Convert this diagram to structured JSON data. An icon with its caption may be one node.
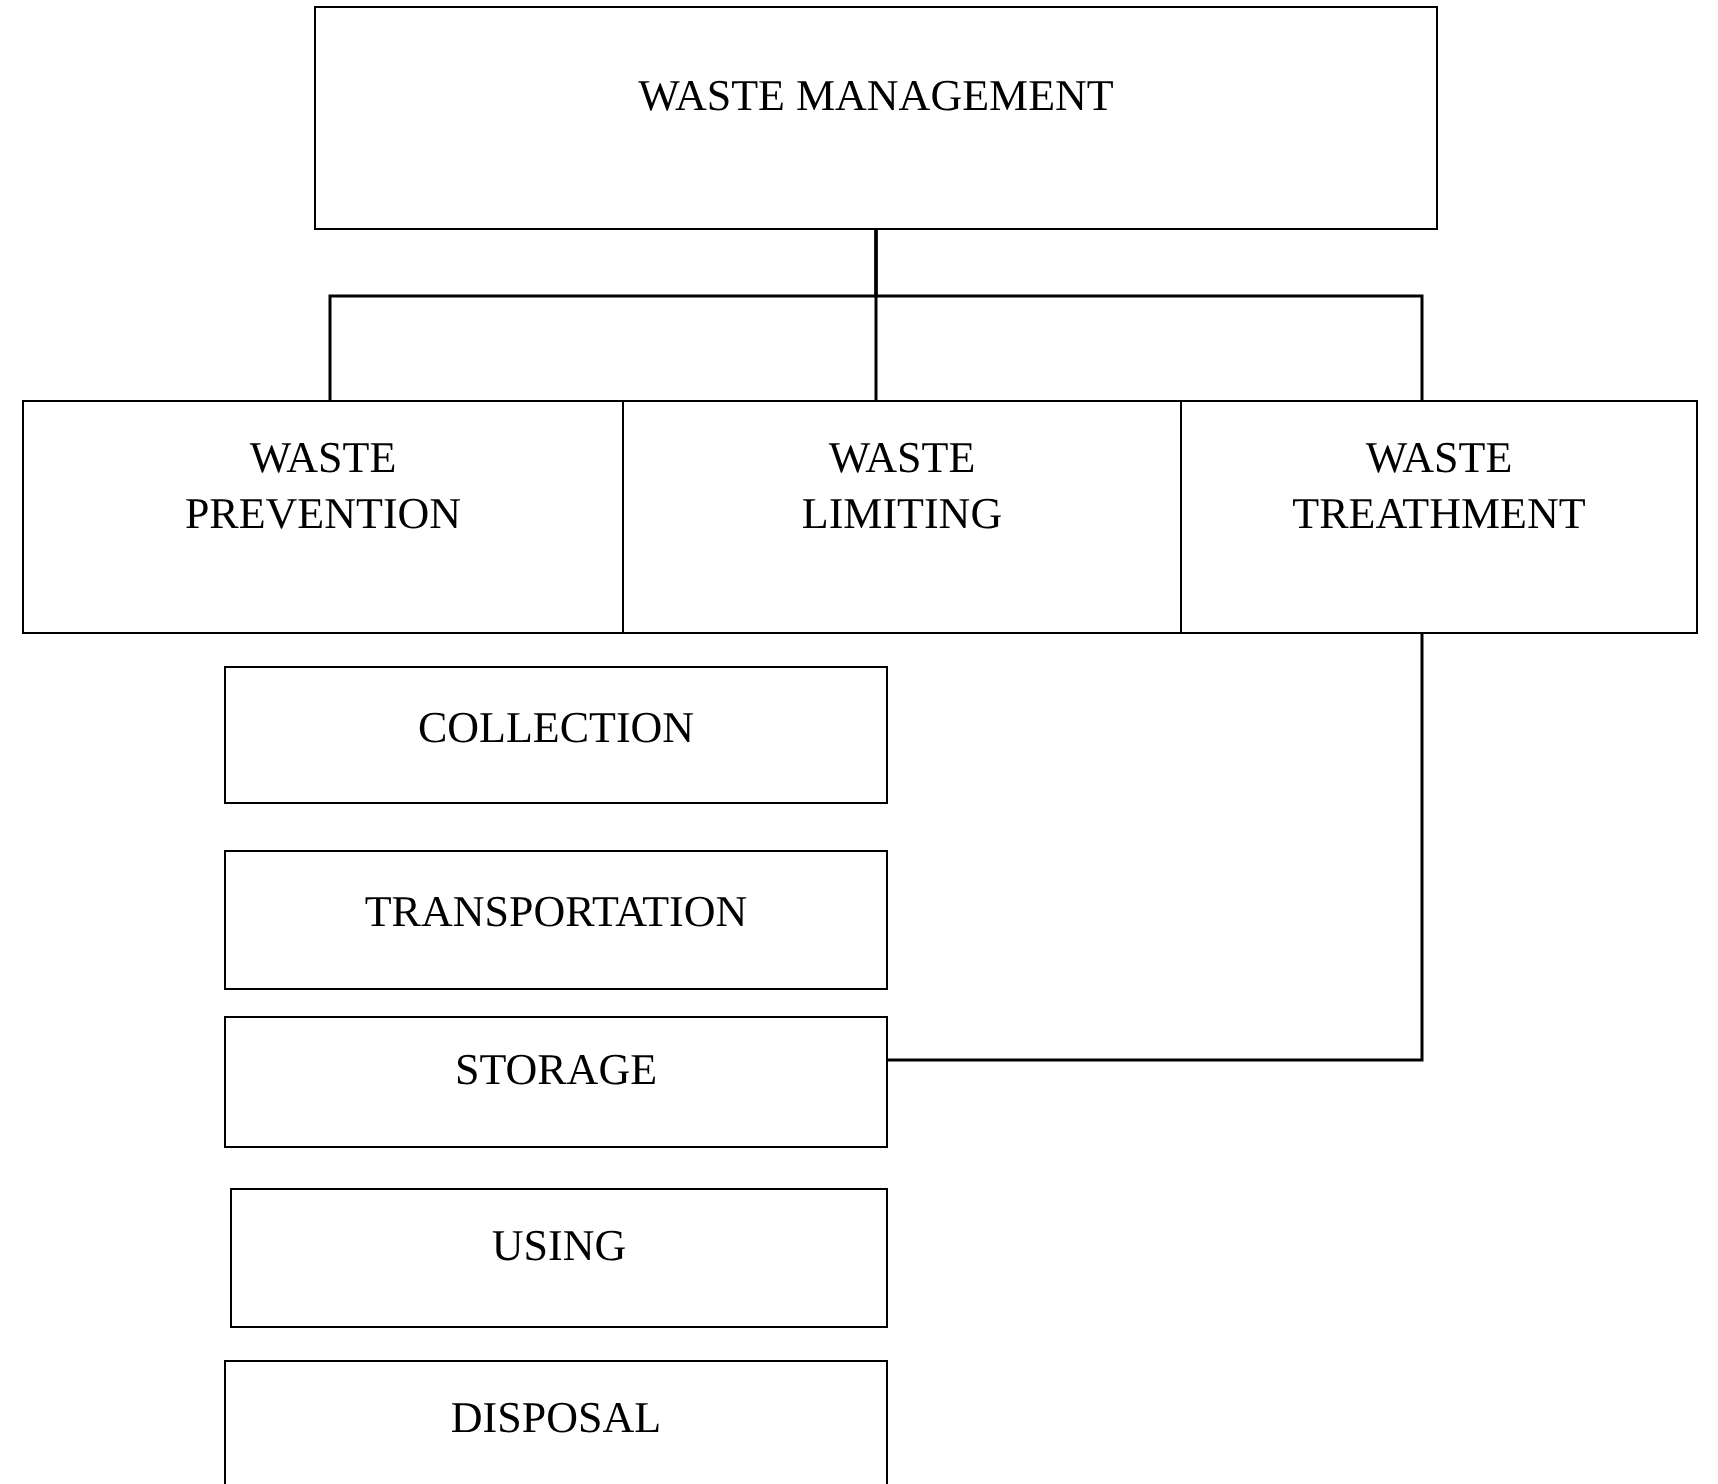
{
  "diagram": {
    "nodes": [
      {
        "text": [
          "WASTE MANAGEMENT"
        ]
      },
      {
        "text": [
          "WASTE PREVENTION"
        ]
      },
      {
        "text": [
          "WASTE LIMITING"
        ]
      },
      {
        "text": [
          "WASTE TREATHMENT"
        ]
      },
      {
        "text": [
          "COLLECTION"
        ]
      },
      {
        "text": [
          "TRANSPORTATION"
        ]
      },
      {
        "text": [
          "STORAGE"
        ]
      },
      {
        "text": [
          "USING"
        ]
      },
      {
        "text": [
          "DISPOSAL"
        ]
      }
    ],
    "edges": [
      {
        "from": 0,
        "to": 1,
        "arrow": "none"
      },
      {
        "from": 0,
        "to": 2,
        "arrow": "none"
      },
      {
        "from": 0,
        "to": 3,
        "arrow": "none"
      },
      {
        "from": 3,
        "to": 6,
        "arrow": "none"
      }
    ]
  }
}
